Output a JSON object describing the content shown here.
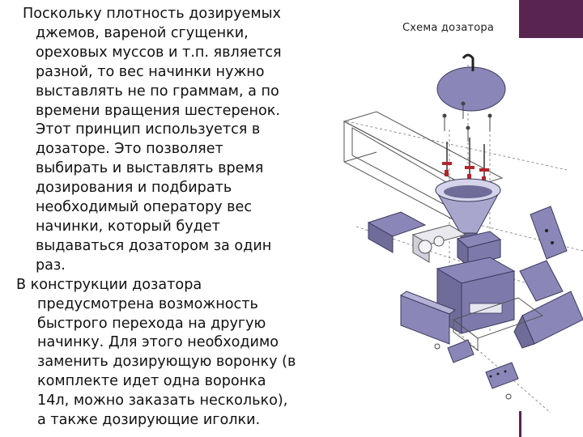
{
  "slide": {
    "paragraphs": [
      "Поскольку плотность дозируемых\nджемов, вареной сгущенки,\nореховых муссов и т.п. является\nразной,  то вес начинки нужно\nвыставлять не по граммам, а по\nвремени вращения шестеренок.\nЭтот принцип используется в\nдозаторе. Это позволяет\nвыбирать и выставлять время\nдозирования и подбирать\nнеобходимый оператору вес\nначинки, который будет\nвыдаваться дозатором за один\nраз.",
      "В конструкции дозатора\nпредусмотрена возможность\nбыстрого перехода на другую\nначинку. Для этого необходимо\nзаменить дозирующую воронку (в\nкомплекте идет одна воронка\n14л, можно заказать несколько),\nа также дозирующие иголки."
    ],
    "diagram_caption": "Схема дозатора"
  },
  "colors": {
    "accent": "#5a2450",
    "part_fill": "#8a87b8",
    "part_stroke": "#3b3a5c",
    "marker": "#b0262a"
  }
}
